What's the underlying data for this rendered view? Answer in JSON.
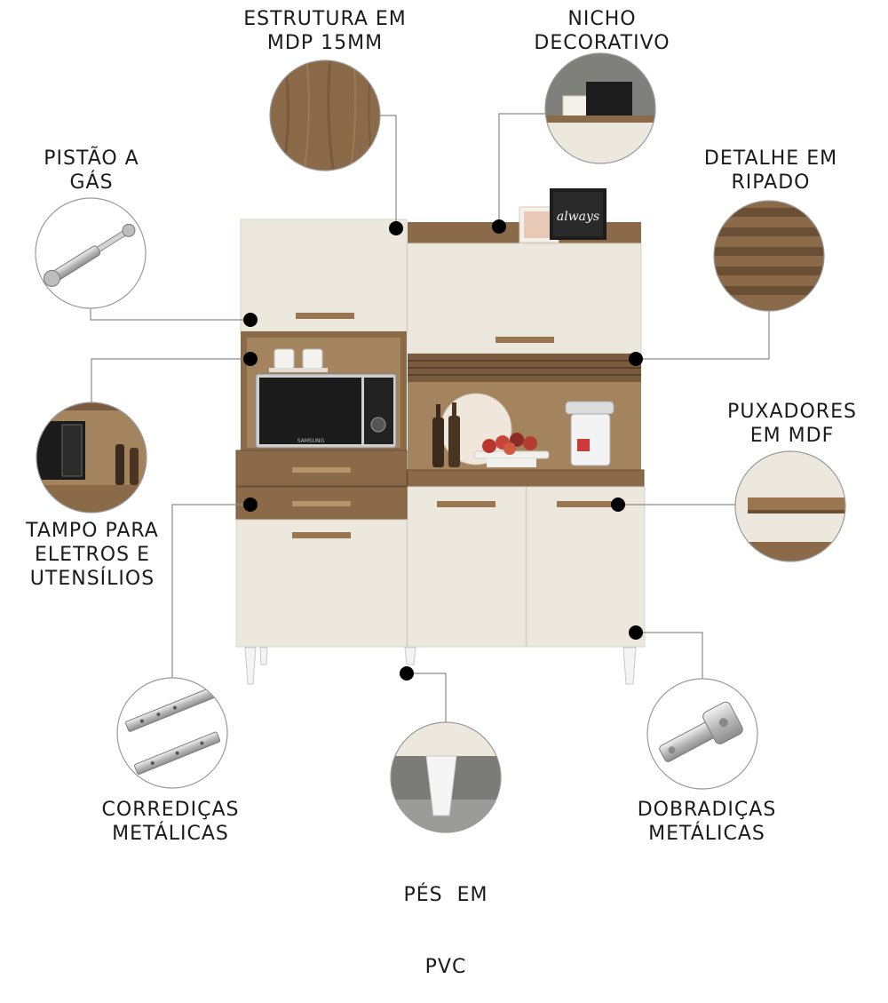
{
  "colors": {
    "wood": "#8a6a48",
    "wood_dark": "#6b4f34",
    "cream": "#ece8dd",
    "ink": "#111111",
    "background": "#ffffff"
  },
  "callouts": {
    "estrutura": {
      "line1": "ESTRUTURA EM",
      "line2": "MDP 15MM",
      "icon": "wood-texture"
    },
    "nicho": {
      "line1": "NICHO",
      "line2": "DECORATIVO",
      "icon": "decorative-niche"
    },
    "pistao": {
      "line1": "PISTÃO A",
      "line2": "GÁS",
      "icon": "gas-piston"
    },
    "ripado": {
      "line1": "DETALHE EM",
      "line2": "RIPADO",
      "icon": "slatted-wood"
    },
    "tampo": {
      "line1": "TAMPO PARA",
      "line2": "ELETROS E",
      "line3": "UTENSÍLIOS",
      "icon": "appliance-shelf"
    },
    "puxadores": {
      "line1": "PUXADORES",
      "line2": "EM MDF",
      "icon": "mdf-handle"
    },
    "corredicas": {
      "line1": "CORREDIÇAS",
      "line2": "METÁLICAS",
      "icon": "metal-slides"
    },
    "pes": {
      "line1": "PÉS  EM",
      "line2": "PVC",
      "icon": "pvc-foot"
    },
    "dobradicas": {
      "line1": "DOBRADIÇAS",
      "line2": "METÁLICAS",
      "icon": "metal-hinge"
    }
  },
  "product": {
    "microwave_brand": "SAMSUNG",
    "frame_text": "always"
  }
}
